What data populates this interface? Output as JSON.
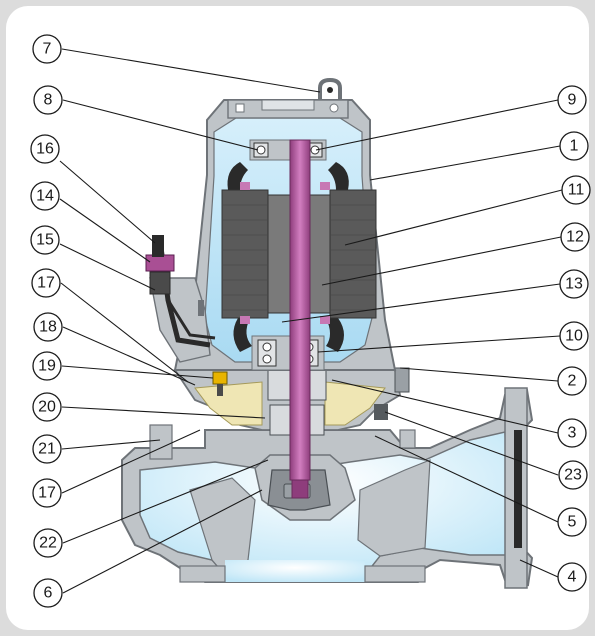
{
  "callouts": [
    {
      "n": "7"
    },
    {
      "n": "8"
    },
    {
      "n": "16"
    },
    {
      "n": "14"
    },
    {
      "n": "15"
    },
    {
      "n": "17"
    },
    {
      "n": "18"
    },
    {
      "n": "19"
    },
    {
      "n": "20"
    },
    {
      "n": "21"
    },
    {
      "n": "17"
    },
    {
      "n": "22"
    },
    {
      "n": "6"
    },
    {
      "n": "9"
    },
    {
      "n": "1"
    },
    {
      "n": "11"
    },
    {
      "n": "12"
    },
    {
      "n": "13"
    },
    {
      "n": "10"
    },
    {
      "n": "2"
    },
    {
      "n": "3"
    },
    {
      "n": "23"
    },
    {
      "n": "5"
    },
    {
      "n": "4"
    }
  ],
  "colors": {
    "casing": "#bfc4c8",
    "casing_edge": "#6e7378",
    "water": "#bfe6f7",
    "shaft": "#b65ea0",
    "stator": "#5a5a5a",
    "rotor": "#7a7a7a",
    "seal_chamber": "#efe6b4",
    "cable": "#2a2a2a",
    "outline": "#1a1a1a"
  }
}
